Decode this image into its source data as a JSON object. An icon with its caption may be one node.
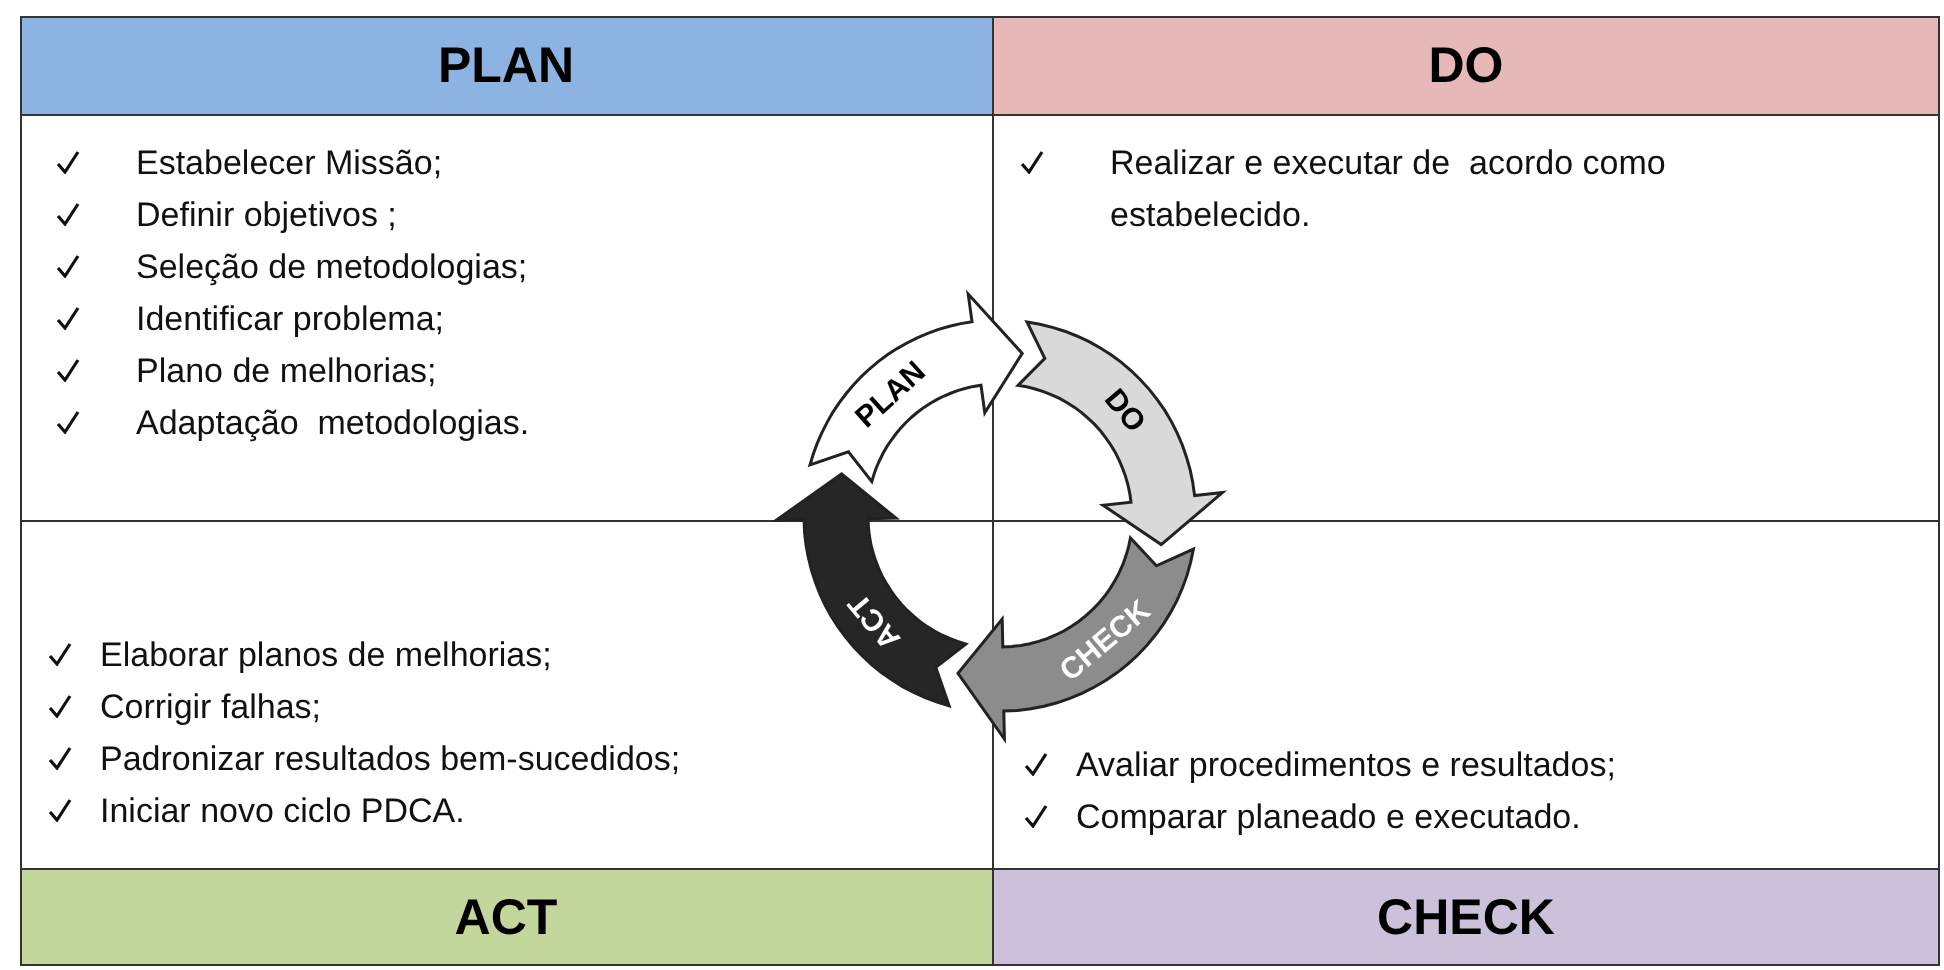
{
  "diagram": {
    "nodes": [
      {
        "text": [
          "PLAN",
          "Estabelecer Missão;",
          "Definir objetivos ;",
          "Seleção de metodologias;",
          "Identificar problema;",
          "Plano de melhorias;",
          "Adaptação  metodologias."
        ]
      },
      {
        "text": [
          "DO",
          "Realizar e executar de  acordo como estabelecido."
        ]
      },
      {
        "text": [
          "Elaborar planos de melhorias;",
          "Corrigir falhas;",
          "Padronizar resultados bem-sucedidos;",
          "Iniciar novo ciclo PDCA.",
          "ACT"
        ]
      },
      {
        "text": [
          "Avaliar procedimentos e resultados;",
          "Comparar planeado e executado.",
          "CHECK"
        ]
      },
      {
        "text": [
          "PLAN"
        ]
      },
      {
        "text": [
          "DO"
        ]
      },
      {
        "text": [
          "CHECK"
        ]
      },
      {
        "text": [
          "ACT"
        ]
      }
    ]
  }
}
